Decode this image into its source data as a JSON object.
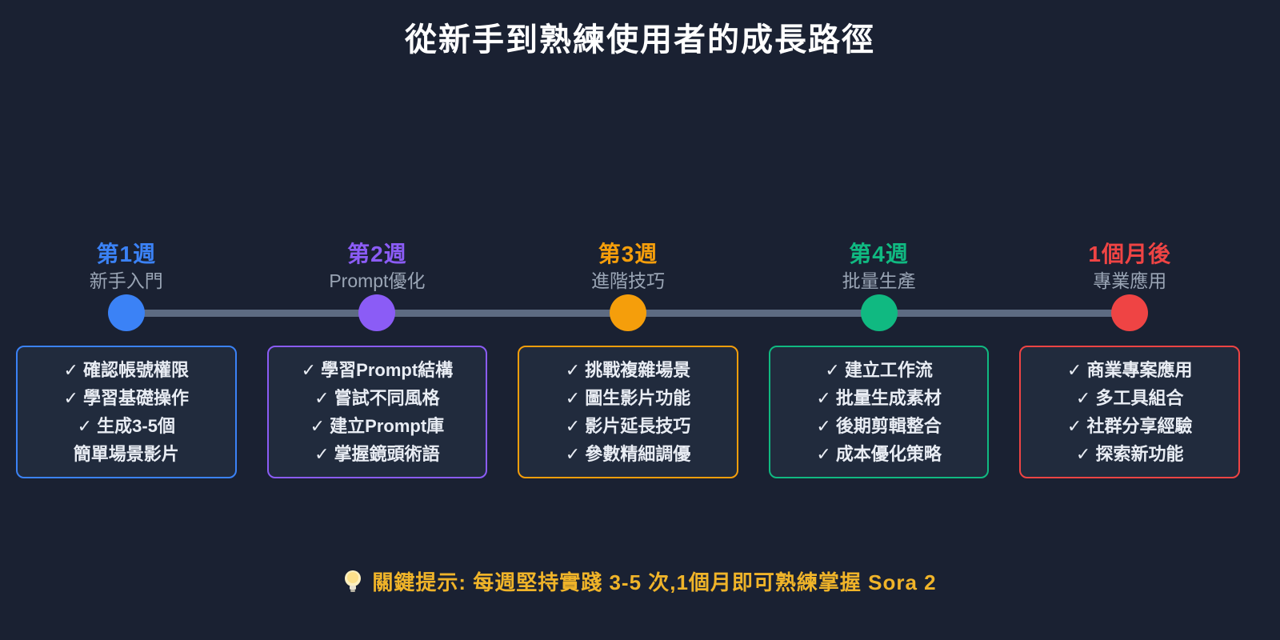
{
  "page": {
    "title": "從新手到熟練使用者的成長路徑",
    "background_color": "#1a2132",
    "card_background_color": "#212b3d"
  },
  "timeline": {
    "line_color": "#5d6b82",
    "stages": [
      {
        "week": "第1週",
        "subtitle": "新手入門",
        "color": "#3b82f6",
        "lines": [
          "✓ 確認帳號權限",
          "✓ 學習基礎操作",
          "✓ 生成3-5個",
          "簡單場景影片"
        ]
      },
      {
        "week": "第2週",
        "subtitle": "Prompt優化",
        "color": "#8b5cf6",
        "lines": [
          "✓ 學習Prompt結構",
          "✓ 嘗試不同風格",
          "✓ 建立Prompt庫",
          "✓ 掌握鏡頭術語"
        ]
      },
      {
        "week": "第3週",
        "subtitle": "進階技巧",
        "color": "#f59e0b",
        "lines": [
          "✓ 挑戰複雜場景",
          "✓ 圖生影片功能",
          "✓ 影片延長技巧",
          "✓ 參數精細調優"
        ]
      },
      {
        "week": "第4週",
        "subtitle": "批量生產",
        "color": "#10b981",
        "lines": [
          "✓ 建立工作流",
          "✓ 批量生成素材",
          "✓ 後期剪輯整合",
          "✓ 成本優化策略"
        ]
      },
      {
        "week": "1個月後",
        "subtitle": "專業應用",
        "color": "#ef4444",
        "lines": [
          "✓ 商業專案應用",
          "✓ 多工具組合",
          "✓ 社群分享經驗",
          "✓ 探索新功能"
        ]
      }
    ]
  },
  "tip": {
    "icon": "lightbulb",
    "text": "關鍵提示: 每週堅持實踐 3-5 次,1個月即可熟練掌握 Sora 2",
    "color": "#f0b429"
  }
}
